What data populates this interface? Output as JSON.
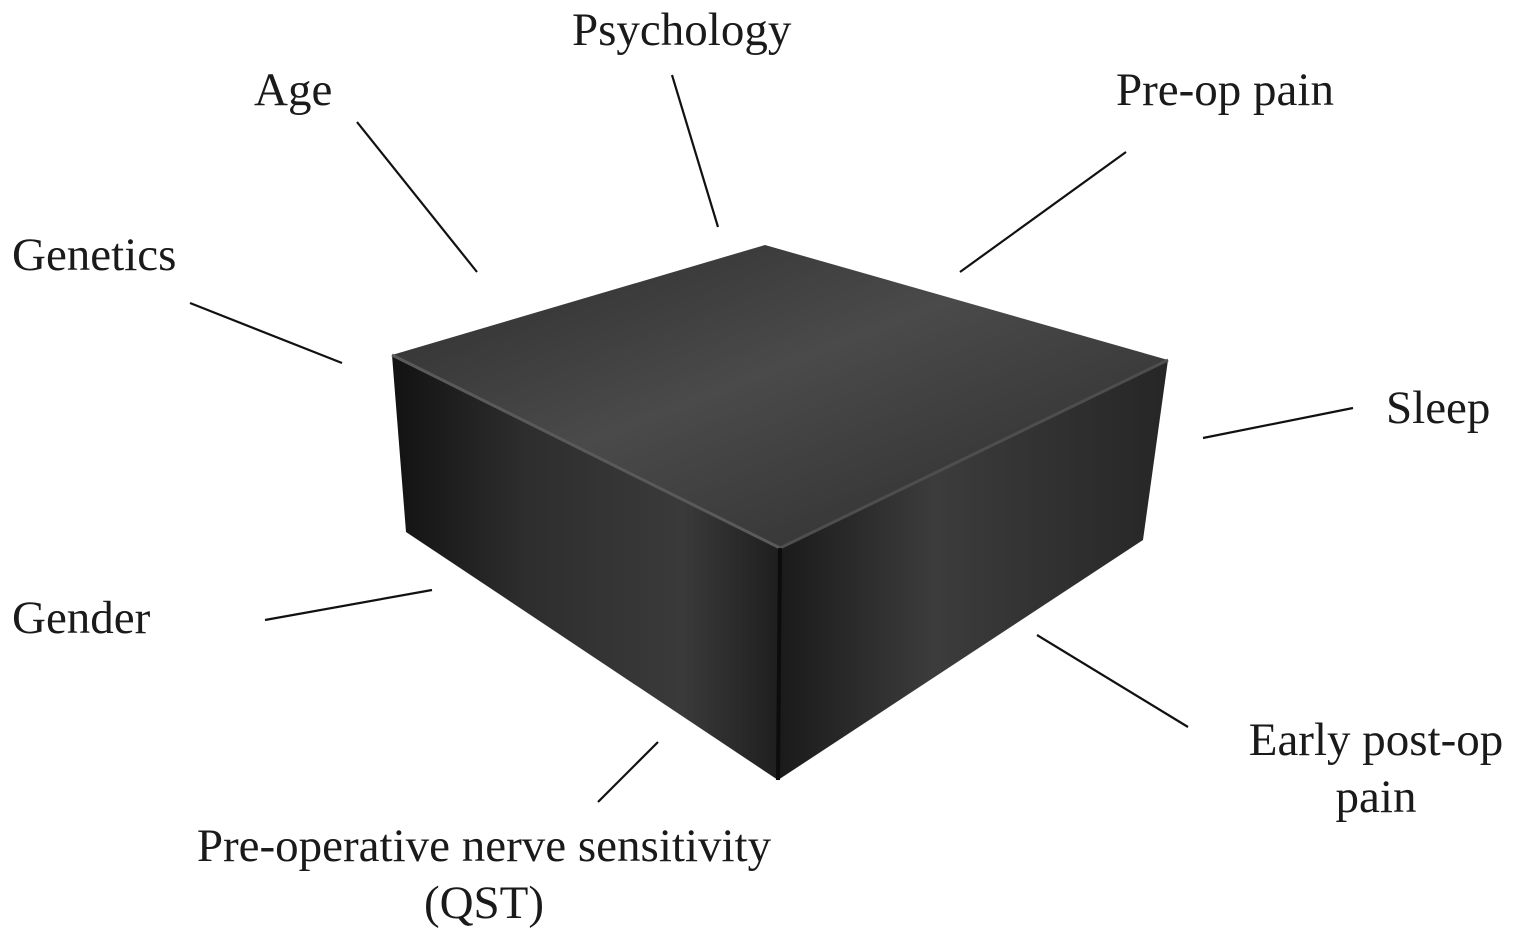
{
  "diagram": {
    "center_object": "black-box",
    "factors": {
      "psychology": "Psychology",
      "age": "Age",
      "pre_op_pain": "Pre-op pain",
      "genetics": "Genetics",
      "sleep": "Sleep",
      "gender": "Gender",
      "early_post_op_pain": {
        "line1": "Early post-op",
        "line2": "pain"
      },
      "qst": {
        "line1": "Pre-operative nerve sensitivity",
        "line2": "(QST)"
      }
    },
    "colors": {
      "text": "#1a1a1a",
      "box_top": "#3a3a3a",
      "box_front": "#262626",
      "box_right": "#333333",
      "lines": "#111111"
    }
  }
}
